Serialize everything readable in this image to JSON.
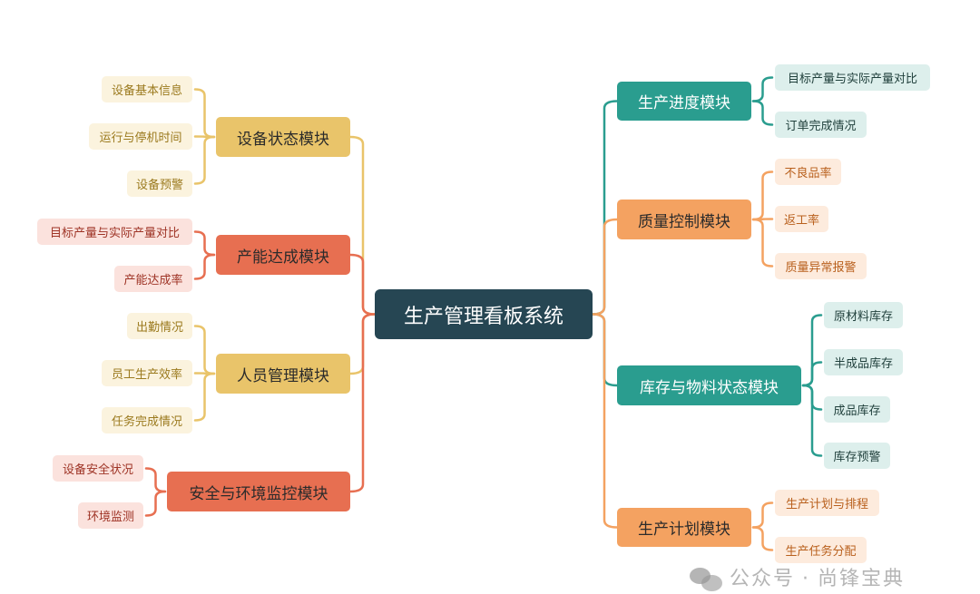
{
  "root": "生产管理看板系统",
  "colors": {
    "root": "#264653",
    "yellow": "#E9C46A",
    "red": "#E76F51",
    "teal": "#2A9D8F",
    "orange": "#F4A261"
  },
  "left": [
    {
      "label": "设备状态模块",
      "children": [
        "设备基本信息",
        "运行与停机时间",
        "设备预警"
      ]
    },
    {
      "label": "产能达成模块",
      "children": [
        "目标产量与实际产量对比",
        "产能达成率"
      ]
    },
    {
      "label": "人员管理模块",
      "children": [
        "出勤情况",
        "员工生产效率",
        "任务完成情况"
      ]
    },
    {
      "label": "安全与环境监控模块",
      "children": [
        "设备安全状况",
        "环境监测"
      ]
    }
  ],
  "right": [
    {
      "label": "生产进度模块",
      "children": [
        "目标产量与实际产量对比",
        "订单完成情况"
      ]
    },
    {
      "label": "质量控制模块",
      "children": [
        "不良品率",
        "返工率",
        "质量异常报警"
      ]
    },
    {
      "label": "库存与物料状态模块",
      "children": [
        "原材料库存",
        "半成品库存",
        "成品库存",
        "库存预警"
      ]
    },
    {
      "label": "生产计划模块",
      "children": [
        "生产计划与排程",
        "生产任务分配"
      ]
    }
  ],
  "watermark": {
    "prefix": "公众号",
    "separator": "·",
    "name": "尚锋宝典"
  }
}
